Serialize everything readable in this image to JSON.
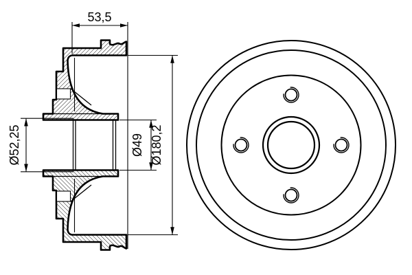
{
  "colors": {
    "line": "#000000",
    "background": "#ffffff"
  },
  "section_view": {
    "dim_depth_label": "53,5",
    "dim_seal_diameter_label": "Ø52,25",
    "dim_bore_diameter_label": "Ø49",
    "dim_drum_diameter_label": "Ø180,2"
  },
  "front_view": {
    "bolt_hole_count": 4
  }
}
